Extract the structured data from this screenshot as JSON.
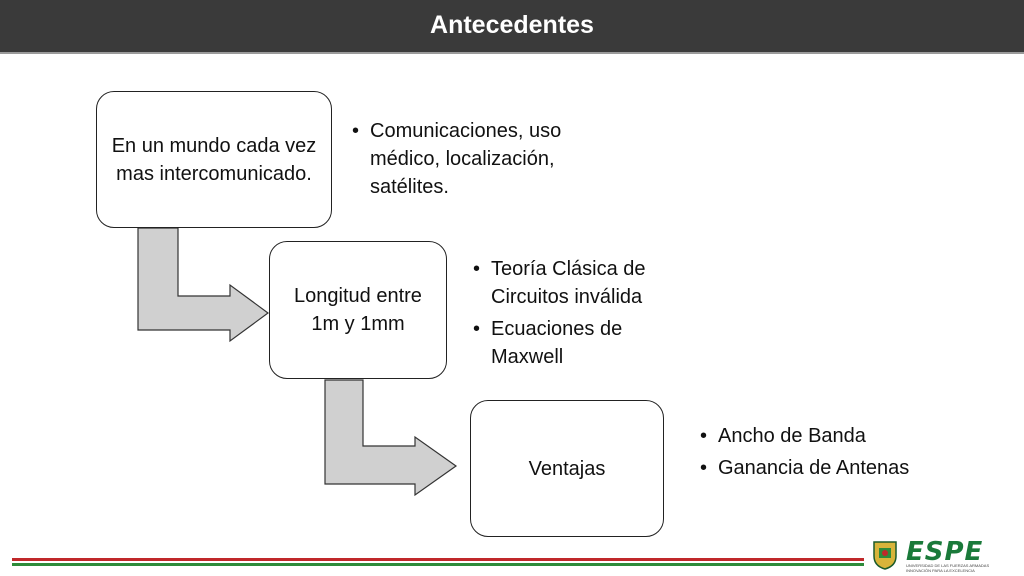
{
  "header": {
    "title": "Antecedentes"
  },
  "steps": [
    {
      "label": "En un mundo cada vez mas intercomunicado.",
      "bullets": [
        "Comunicaciones, uso médico, localización, satélites."
      ]
    },
    {
      "label": "Longitud entre 1m y 1mm",
      "bullets": [
        "Teoría Clásica de Circuitos inválida",
        "Ecuaciones de Maxwell"
      ]
    },
    {
      "label": "Ventajas",
      "bullets": [
        "Ancho de Banda",
        "Ganancia de Antenas"
      ]
    }
  ],
  "footer": {
    "logo_text": "ESPE",
    "logo_subtitle": "UNIVERSIDAD DE LAS FUERZAS ARMADAS",
    "logo_tagline": "INNOVACIÓN PARA LA EXCELENCIA"
  },
  "colors": {
    "header_bg": "#3a3a3a",
    "arrow_fill": "#d0d0d0",
    "brand_green": "#1a7a3a",
    "line_red": "#c0282a",
    "line_green": "#2e8b3a"
  }
}
